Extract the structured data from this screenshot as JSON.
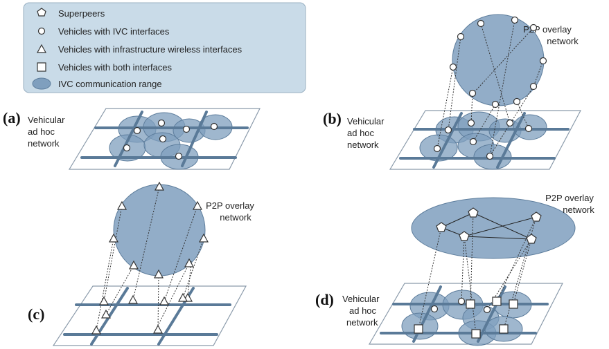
{
  "legend": {
    "items": [
      {
        "symbol": "pentagon",
        "label": "Superpeers"
      },
      {
        "symbol": "circle",
        "label": "Vehicles with IVC interfaces"
      },
      {
        "symbol": "triangle",
        "label": "Vehicles with infrastructure wireless interfaces"
      },
      {
        "symbol": "square",
        "label": "Vehicles with both interfaces"
      },
      {
        "symbol": "ellipse",
        "label": "IVC communication range"
      }
    ]
  },
  "panels": {
    "a": {
      "letter": "(a)",
      "caption": [
        "Vehicular",
        "ad hoc",
        "network"
      ]
    },
    "b": {
      "letter": "(b)",
      "caption": [
        "Vehicular",
        "ad hoc",
        "network"
      ],
      "overlay": [
        "P2P overlay",
        "network"
      ]
    },
    "c": {
      "letter": "(c)",
      "overlay": [
        "P2P overlay",
        "network"
      ]
    },
    "d": {
      "letter": "(d)",
      "caption": [
        "Vehicular",
        "ad hoc",
        "network"
      ],
      "overlay": [
        "P2P overlay",
        "network"
      ]
    }
  },
  "colors": {
    "legend_bg": "#c9dbe8",
    "range_fill": "#7f9fbe",
    "road": "#5a7a98",
    "grid_line": "#8a9aaa",
    "node_stroke": "#333333"
  }
}
